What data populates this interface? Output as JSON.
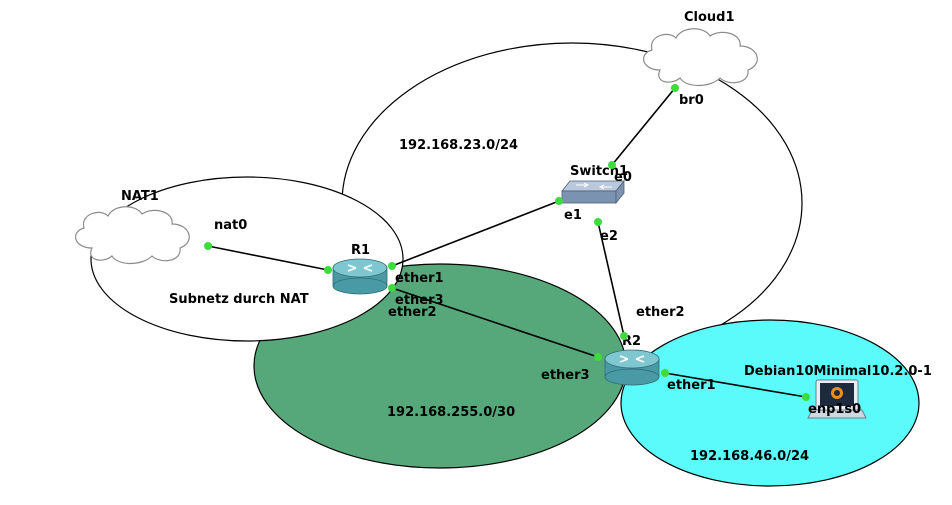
{
  "colors": {
    "background": "#ffffff",
    "zone_transfer": "#56a87b",
    "zone_lan": "#5cfbfb",
    "link": "#000000",
    "port_dot": "#3ddc3d",
    "router_body": "#4a9aa6",
    "router_top": "#7fc7d0",
    "switch_body": "#7b93b0",
    "switch_top": "#b9c8dc",
    "cloud_fill": "#ffffff",
    "cloud_stroke": "#8c8c8c"
  },
  "zones": {
    "wan": "192.168.23.0/24",
    "nat": "Subnetz durch NAT",
    "transfer": "192.168.255.0/30",
    "lan": "192.168.46.0/24"
  },
  "nodes": {
    "cloud1": {
      "name": "Cloud1",
      "icon": "cloud-icon"
    },
    "nat1": {
      "name": "NAT1",
      "icon": "cloud-icon"
    },
    "switch1": {
      "name": "Switch1",
      "icon": "switch-icon"
    },
    "r1": {
      "name": "R1",
      "icon": "router-icon"
    },
    "r2": {
      "name": "R2",
      "icon": "router-icon"
    },
    "debian": {
      "name": "Debian10Minimal10.2.0-1",
      "icon": "laptop-icon"
    }
  },
  "ports": {
    "br0": "br0",
    "e0": "e0",
    "e1": "e1",
    "e2": "e2",
    "nat0": "nat0",
    "r1_ether1": "ether1",
    "r1_ether3": "ether3",
    "r1_ether2": "ether2",
    "r2_ether2": "ether2",
    "r2_ether3": "ether3",
    "r2_ether1": "ether1",
    "enp1s0": "enp1s0"
  }
}
